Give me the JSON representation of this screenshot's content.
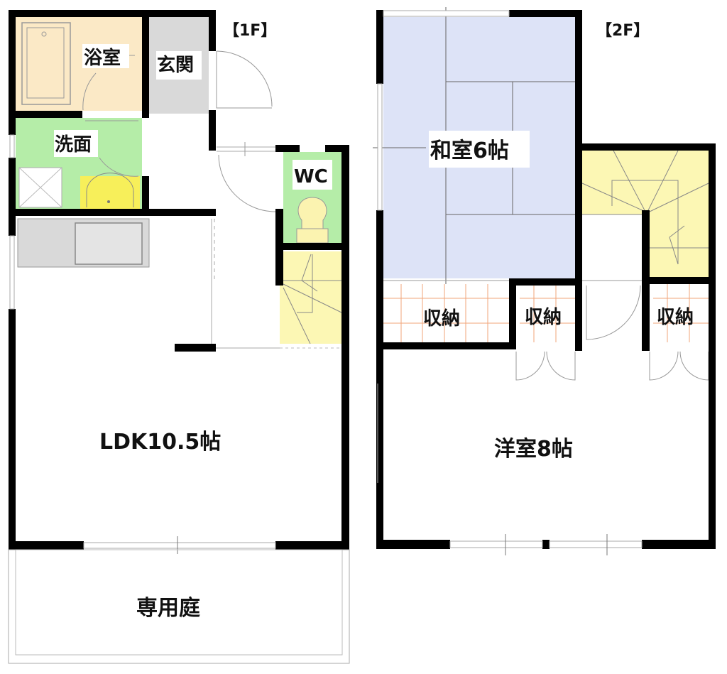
{
  "floor_plan": {
    "floors": [
      {
        "label": "【1F】",
        "rooms": [
          {
            "id": "bath",
            "label": "浴室",
            "color": "#fbe9c6"
          },
          {
            "id": "entrance",
            "label": "玄関",
            "color": "#d9d9d9"
          },
          {
            "id": "washroom",
            "label": "洗面",
            "color": "#b5eda8"
          },
          {
            "id": "wc",
            "label": "WC",
            "color": "#b5eda8"
          },
          {
            "id": "ldk",
            "label": "LDK10.5帖",
            "color": "#ffffff"
          },
          {
            "id": "garden",
            "label": "専用庭",
            "color": "#ffffff"
          },
          {
            "id": "stairs-1f",
            "label": "",
            "color": "#fcf7b4"
          }
        ]
      },
      {
        "label": "【2F】",
        "rooms": [
          {
            "id": "washitsu",
            "label": "和室6帖",
            "color": "#dde3f7"
          },
          {
            "id": "storage-1",
            "label": "収納",
            "color": "#ffffff"
          },
          {
            "id": "storage-2",
            "label": "収納",
            "color": "#ffffff"
          },
          {
            "id": "storage-3",
            "label": "収納",
            "color": "#ffffff"
          },
          {
            "id": "youshitsu",
            "label": "洋室8帖",
            "color": "#ffffff"
          },
          {
            "id": "stairs-2f",
            "label": "",
            "color": "#fcf7b4"
          }
        ]
      }
    ],
    "colors": {
      "wall": "#000000",
      "fixture_line": "#888888",
      "storage_grid": "#f2a47a",
      "toilet": "#fbf3b0",
      "sink": "#f7ef5a",
      "kitchen": "#d9d9d9"
    }
  }
}
